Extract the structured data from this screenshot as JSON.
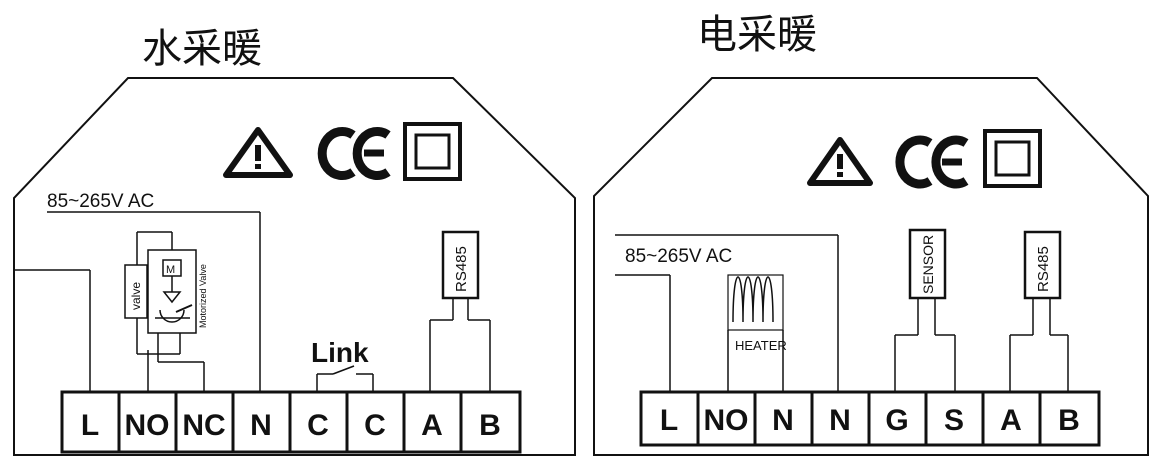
{
  "diagrams": [
    {
      "title": "水采暖",
      "voltage": "85~265V AC",
      "valve_label": "valve",
      "motorized_valve_label": "Motorized Valve",
      "link_label": "Link",
      "rs485_label": "RS485",
      "terminals": [
        "L",
        "NO",
        "NC",
        "N",
        "C",
        "C",
        "A",
        "B"
      ]
    },
    {
      "title": "电采暖",
      "voltage": "85~265V AC",
      "heater_label": "HEATER",
      "sensor_label": "SENSOR",
      "rs485_label": "RS485",
      "terminals": [
        "L",
        "NO",
        "N",
        "N",
        "G",
        "S",
        "A",
        "B"
      ]
    }
  ],
  "icons": [
    "warning-triangle-icon",
    "ce-mark-icon",
    "double-insulation-icon"
  ]
}
